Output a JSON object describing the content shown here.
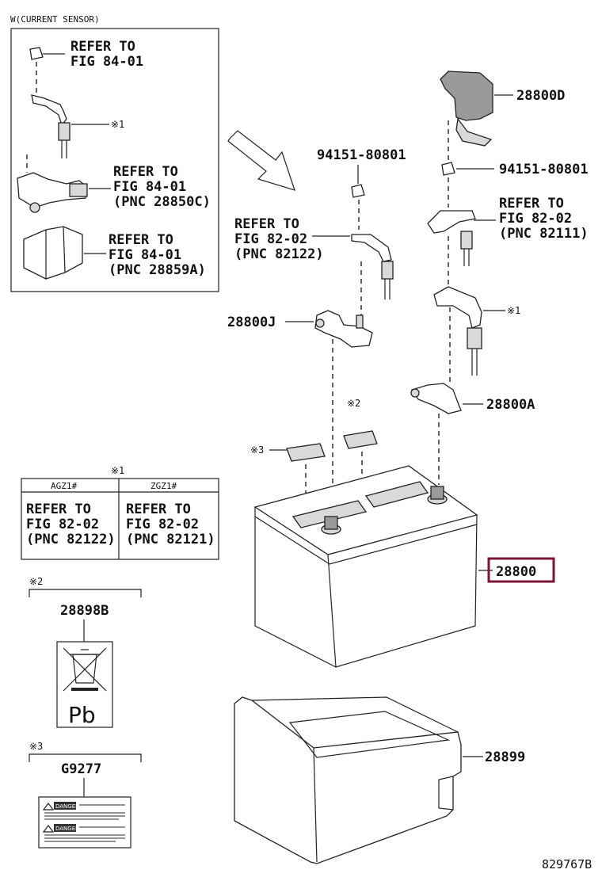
{
  "inset": {
    "title": "W(CURRENT SENSOR)",
    "ref1": [
      "REFER TO",
      "FIG 84-01"
    ],
    "note1": "※1",
    "ref2": [
      "REFER TO",
      "FIG 84-01",
      "(PNC 28850C)"
    ],
    "ref3": [
      "REFER TO",
      "FIG 84-01",
      "(PNC 28859A)"
    ]
  },
  "callouts": {
    "p28800D": "28800D",
    "nut_left": "94151-80801",
    "nut_right": "94151-80801",
    "ref_right": [
      "REFER TO",
      "FIG 82-02",
      "(PNC 82111)"
    ],
    "ref_left": [
      "REFER TO",
      "FIG 82-02",
      "(PNC 82122)"
    ],
    "p28800J": "28800J",
    "note1": "※1",
    "p28800A": "28800A",
    "note2": "※2",
    "note3": "※3",
    "p28800": "28800",
    "p28899": "28899"
  },
  "table": {
    "note": "※1",
    "headers": [
      "AGZ1#",
      "ZGZ1#"
    ],
    "cells": [
      [
        "REFER TO",
        "FIG 82-02",
        "(PNC 82122)"
      ],
      [
        "REFER TO",
        "FIG 82-02",
        "(PNC 82121)"
      ]
    ]
  },
  "label1": {
    "note": "※2",
    "part": "28898B",
    "symbol": "Pb"
  },
  "label2": {
    "note": "※3",
    "part": "G9277",
    "tags": [
      "DANGER",
      "DANGER"
    ]
  },
  "footer": {
    "code": "829767B"
  },
  "colors": {
    "highlight": "#7a1530"
  }
}
